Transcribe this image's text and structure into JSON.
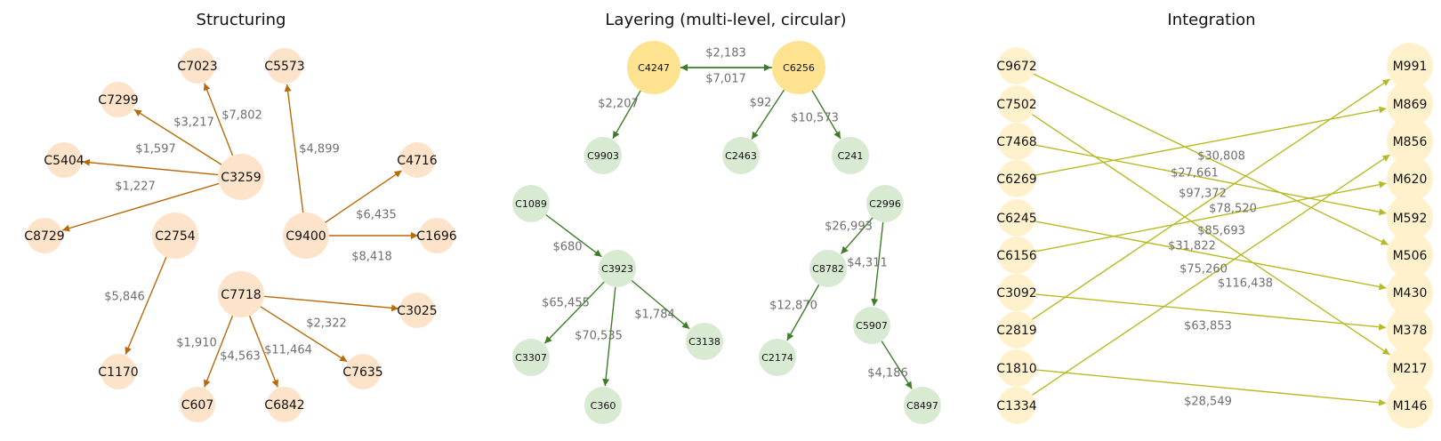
{
  "colors": {
    "structuring_node": "#fde3c9",
    "structuring_edge": "#b86a08",
    "layering_node": "#d8ead2",
    "layering_node_hub": "#fde38f",
    "layering_edge": "#3d7d26",
    "integration_node": "#fff1cc",
    "integration_edge": "#b8ba22"
  },
  "panels": [
    {
      "id": "structuring",
      "title": "Structuring",
      "nodes": [
        {
          "id": "C3259",
          "label": "C3259"
        },
        {
          "id": "C7023",
          "label": "C7023"
        },
        {
          "id": "C7299",
          "label": "C7299"
        },
        {
          "id": "C5404",
          "label": "C5404"
        },
        {
          "id": "C8729",
          "label": "C8729"
        },
        {
          "id": "C5573",
          "label": "C5573"
        },
        {
          "id": "C9400",
          "label": "C9400"
        },
        {
          "id": "C4716",
          "label": "C4716"
        },
        {
          "id": "C1696",
          "label": "C1696"
        },
        {
          "id": "C2754",
          "label": "C2754"
        },
        {
          "id": "C1170",
          "label": "C1170"
        },
        {
          "id": "C7718",
          "label": "C7718"
        },
        {
          "id": "C3025",
          "label": "C3025"
        },
        {
          "id": "C7635",
          "label": "C7635"
        },
        {
          "id": "C6842",
          "label": "C6842"
        },
        {
          "id": "C607",
          "label": "C607"
        }
      ],
      "edges": [
        {
          "from": "C3259",
          "to": "C7023",
          "label": "$7,802"
        },
        {
          "from": "C3259",
          "to": "C7299",
          "label": "$3,217"
        },
        {
          "from": "C3259",
          "to": "C5404",
          "label": "$1,597"
        },
        {
          "from": "C3259",
          "to": "C8729",
          "label": "$1,227"
        },
        {
          "from": "C9400",
          "to": "C5573",
          "label": "$4,899"
        },
        {
          "from": "C9400",
          "to": "C4716",
          "label": "$6,435"
        },
        {
          "from": "C9400",
          "to": "C1696",
          "label": "$8,418"
        },
        {
          "from": "C2754",
          "to": "C1170",
          "label": "$5,846"
        },
        {
          "from": "C7718",
          "to": "C3025",
          "label": "$2,322"
        },
        {
          "from": "C7718",
          "to": "C7635",
          "label": "$11,464"
        },
        {
          "from": "C7718",
          "to": "C6842",
          "label": "$4,563"
        },
        {
          "from": "C7718",
          "to": "C607",
          "label": "$1,910"
        }
      ]
    },
    {
      "id": "layering",
      "title": "Layering (multi-level, circular)",
      "nodes": [
        {
          "id": "C4247",
          "label": "C4247"
        },
        {
          "id": "C6256",
          "label": "C6256"
        },
        {
          "id": "C9903",
          "label": "C9903"
        },
        {
          "id": "C2463",
          "label": "C2463"
        },
        {
          "id": "C241",
          "label": "C241"
        },
        {
          "id": "C1089",
          "label": "C1089"
        },
        {
          "id": "C3923",
          "label": "C3923"
        },
        {
          "id": "C3307",
          "label": "C3307"
        },
        {
          "id": "C360",
          "label": "C360"
        },
        {
          "id": "C3138",
          "label": "C3138"
        },
        {
          "id": "C2996",
          "label": "C2996"
        },
        {
          "id": "C8782",
          "label": "C8782"
        },
        {
          "id": "C5907",
          "label": "C5907"
        },
        {
          "id": "C2174",
          "label": "C2174"
        },
        {
          "id": "C8497",
          "label": "C8497"
        }
      ],
      "edges": [
        {
          "from": "C4247",
          "to": "C6256",
          "label": "$2,183"
        },
        {
          "from": "C6256",
          "to": "C4247",
          "label": "$7,017"
        },
        {
          "from": "C4247",
          "to": "C9903",
          "label": "$2,207"
        },
        {
          "from": "C6256",
          "to": "C2463",
          "label": "$92"
        },
        {
          "from": "C6256",
          "to": "C241",
          "label": "$10,573"
        },
        {
          "from": "C1089",
          "to": "C3923",
          "label": "$680"
        },
        {
          "from": "C3923",
          "to": "C3307",
          "label": "$65,455"
        },
        {
          "from": "C3923",
          "to": "C360",
          "label": "$70,535"
        },
        {
          "from": "C3923",
          "to": "C3138",
          "label": "$1,784"
        },
        {
          "from": "C2996",
          "to": "C8782",
          "label": "$26,993"
        },
        {
          "from": "C2996",
          "to": "C5907",
          "label": "$4,311"
        },
        {
          "from": "C8782",
          "to": "C2174",
          "label": "$12,870"
        },
        {
          "from": "C5907",
          "to": "C8497",
          "label": "$4,186"
        }
      ]
    },
    {
      "id": "integration",
      "title": "Integration",
      "nodes": [
        {
          "id": "C9672",
          "label": "C9672"
        },
        {
          "id": "C7502",
          "label": "C7502"
        },
        {
          "id": "C7468",
          "label": "C7468"
        },
        {
          "id": "C6269",
          "label": "C6269"
        },
        {
          "id": "C6245",
          "label": "C6245"
        },
        {
          "id": "C6156",
          "label": "C6156"
        },
        {
          "id": "C3092",
          "label": "C3092"
        },
        {
          "id": "C2819",
          "label": "C2819"
        },
        {
          "id": "C1810",
          "label": "C1810"
        },
        {
          "id": "C1334",
          "label": "C1334"
        },
        {
          "id": "M991",
          "label": "M991"
        },
        {
          "id": "M869",
          "label": "M869"
        },
        {
          "id": "M856",
          "label": "M856"
        },
        {
          "id": "M620",
          "label": "M620"
        },
        {
          "id": "M592",
          "label": "M592"
        },
        {
          "id": "M506",
          "label": "M506"
        },
        {
          "id": "M430",
          "label": "M430"
        },
        {
          "id": "M378",
          "label": "M378"
        },
        {
          "id": "M217",
          "label": "M217"
        },
        {
          "id": "M146",
          "label": "M146"
        }
      ],
      "edges": [
        {
          "from": "C9672",
          "to": "M506",
          "label": "$30,808"
        },
        {
          "from": "C7502",
          "to": "M217",
          "label": "$85,693"
        },
        {
          "from": "C7468",
          "to": "M592",
          "label": "$27,661"
        },
        {
          "from": "C6269",
          "to": "M869",
          "label": "$97,372"
        },
        {
          "from": "C6245",
          "to": "M430",
          "label": "$31,822"
        },
        {
          "from": "C6156",
          "to": "M620",
          "label": "$78,520"
        },
        {
          "from": "C3092",
          "to": "M378",
          "label": "$63,853"
        },
        {
          "from": "C2819",
          "to": "M991",
          "label": "$75,260"
        },
        {
          "from": "C1810",
          "to": "M146",
          "label": "$28,549"
        },
        {
          "from": "C1334",
          "to": "M856",
          "label": "$116,438"
        }
      ]
    }
  ]
}
